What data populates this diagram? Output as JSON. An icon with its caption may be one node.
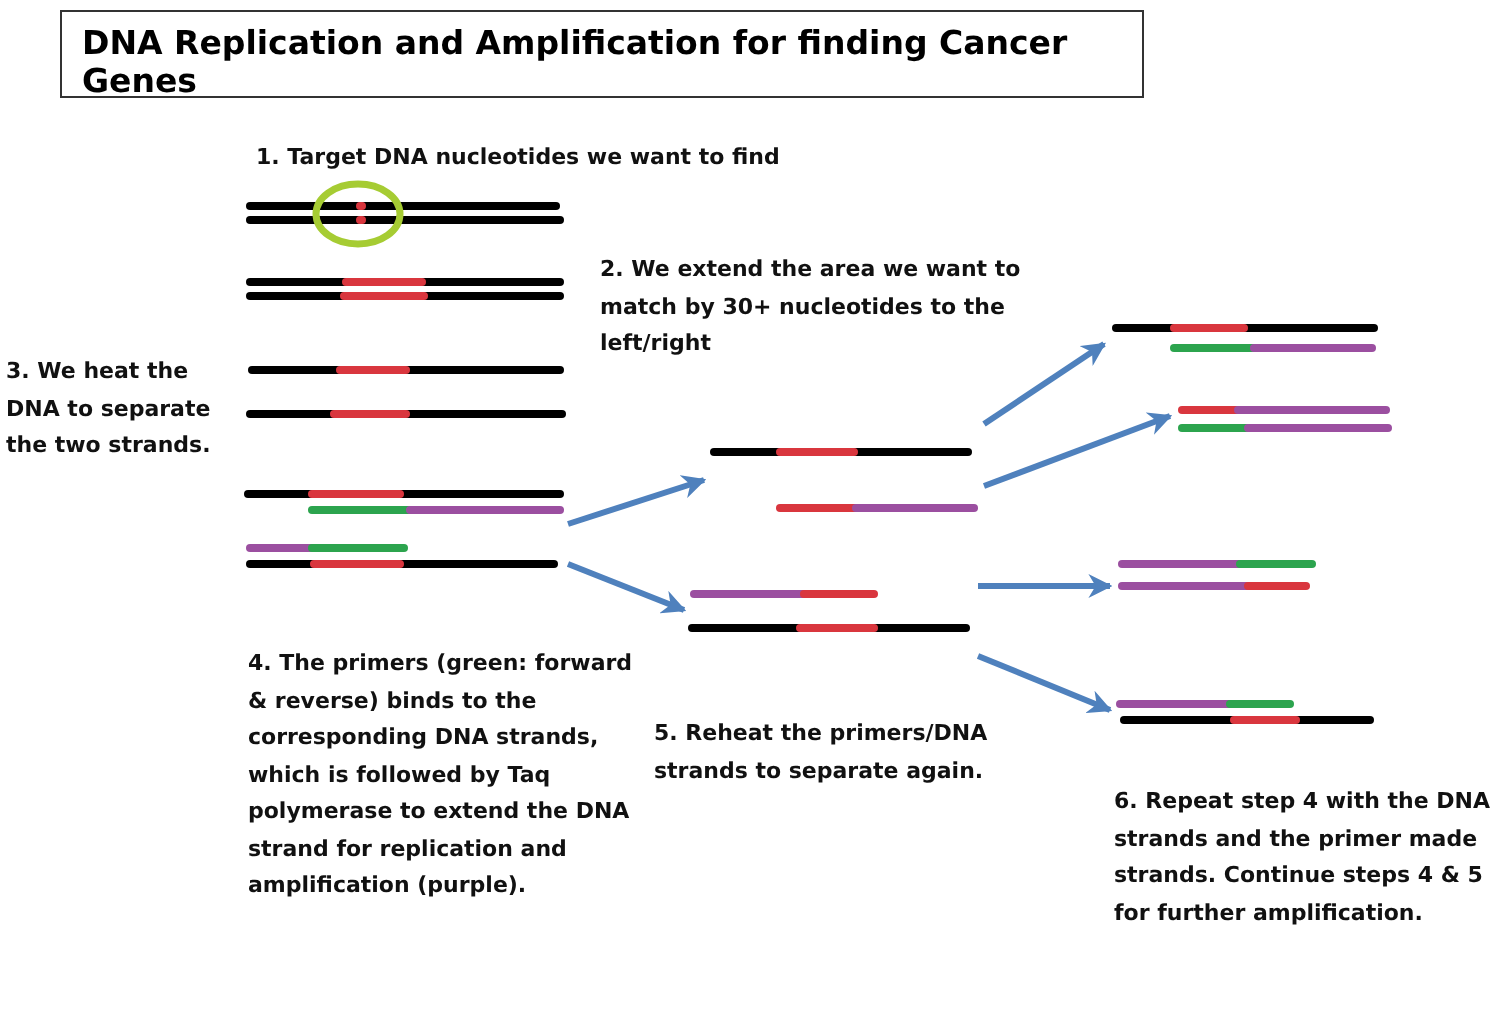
{
  "diagram": {
    "title": "DNA Replication and Amplification for finding Cancer Genes",
    "nodes": [
      {
        "text": [],
        "shape": "picture"
      },
      {
        "text": [],
        "shape": "picture"
      },
      {
        "text": [],
        "shape": "picture"
      },
      {
        "text": [],
        "shape": "picture"
      },
      {
        "text": [],
        "shape": "picture"
      },
      {
        "text": [],
        "shape": "picture"
      },
      {
        "text": [],
        "shape": "picture"
      }
    ],
    "edges": [
      {
        "from": 0,
        "to": 1,
        "arrow": "to"
      },
      {
        "from": 0,
        "to": 2,
        "arrow": "to"
      },
      {
        "from": 1,
        "to": 3,
        "arrow": "to"
      },
      {
        "from": 1,
        "to": 4,
        "arrow": "to"
      },
      {
        "from": 2,
        "to": 5,
        "arrow": "to"
      },
      {
        "from": 2,
        "to": 6,
        "arrow": "to"
      }
    ],
    "labels": [
      "1. Target DNA nucleotides we want to find",
      "2. We extend the area we want to match by 30+ nucleotides to the left/right",
      "3. We heat the DNA to separate the two strands.",
      "4. The primers (green: forward & reverse) binds to the corresponding DNA strands, which is followed by Taq polymerase to extend the DNA strand for replication and amplification (purple).",
      "5. Reheat the primers/DNA strands to separate again.",
      "6. Repeat step 4 with the DNA strands and the primer made strands. Continue steps 4 & 5 for further amplification."
    ]
  }
}
